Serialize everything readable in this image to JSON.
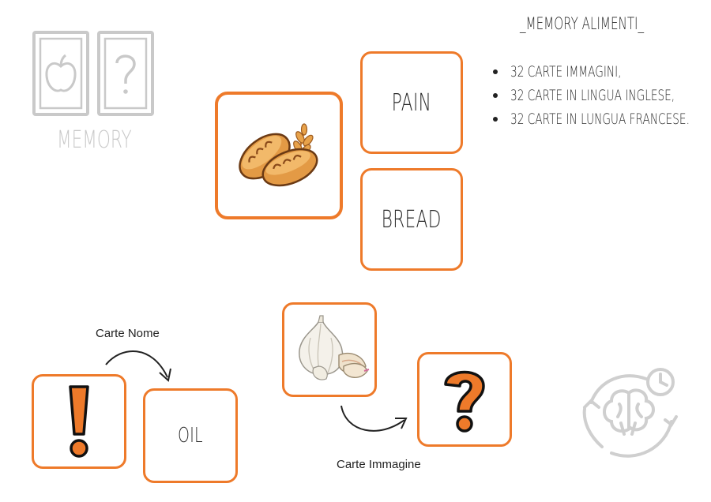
{
  "logo": {
    "text": "MEMORY",
    "left_card_icon": "apple-icon",
    "right_card_icon": "question-mark-icon",
    "color": "#c9c9c9"
  },
  "header": {
    "title": "_MEMORY ALIMENTI_",
    "items": [
      "32 CARTE IMMAGINI,",
      "32 CARTE IN LINGUA INGLESE,",
      "32 CARTE IN LUNGUA FRANCESE."
    ]
  },
  "example": {
    "image_card_icon": "bread-icon",
    "word_card_fr": "PAIN",
    "word_card_en": "BREAD"
  },
  "name_cards": {
    "caption": "Carte Nome",
    "back_icon": "exclamation-icon",
    "word": "OIL"
  },
  "image_cards": {
    "caption": "Carte Immagine",
    "front_icon": "garlic-icon",
    "back_icon": "question-mark-icon"
  },
  "decoration": {
    "icon": "brain-clock-cycle-icon"
  },
  "colors": {
    "accent": "#ee7a2a",
    "ink": "#222222",
    "muted": "#c9c9c9"
  }
}
